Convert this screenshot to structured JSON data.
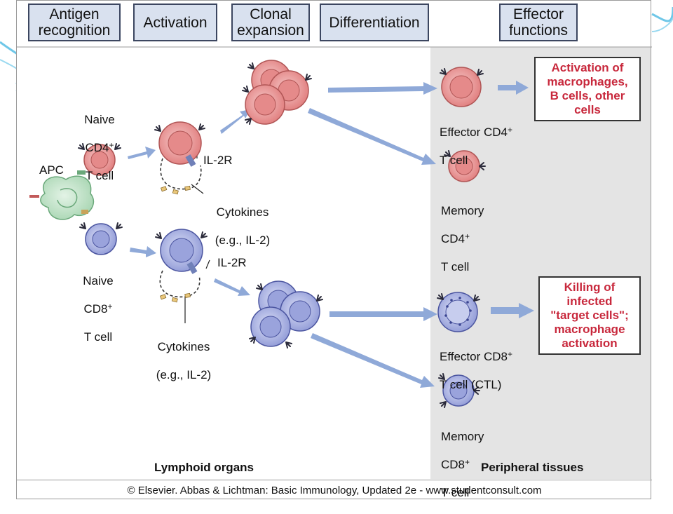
{
  "stages": [
    "Antigen recognition",
    "Activation",
    "Clonal expansion",
    "Differentiation",
    "Effector functions"
  ],
  "cell_labels": {
    "apc": "APC",
    "naive_cd4_line1": "Naive",
    "naive_cd4_line2": "CD4",
    "naive_cd4_line3": "T cell",
    "naive_cd8_line1": "Naive",
    "naive_cd8_line2": "CD8",
    "naive_cd8_line3": "T cell",
    "il2r_top": "IL-2R",
    "il2r_bottom": "IL-2R",
    "cytokines_top_line1": "Cytokines",
    "cytokines_top_line2": "(e.g., IL-2)",
    "cytokines_bottom_line1": "Cytokines",
    "cytokines_bottom_line2": "(e.g., IL-2)",
    "effector_cd4_line1": "Effector CD4",
    "effector_cd4_line2": "T cell",
    "memory_cd4_line1": "Memory",
    "memory_cd4_line2": "CD4",
    "memory_cd4_line3": "T cell",
    "effector_cd8_line1": "Effector CD8",
    "effector_cd8_line2": "T cell (CTL)",
    "memory_cd8_line1": "Memory",
    "memory_cd8_line2": "CD8",
    "memory_cd8_line3": "T cell",
    "plus": "+"
  },
  "effects": {
    "cd4_line1": "Activation of",
    "cd4_line2": "macrophages,",
    "cd4_line3": "B cells, other",
    "cd4_line4": "cells",
    "cd8_line1": "Killing of",
    "cd8_line2": "infected",
    "cd8_line3": "\"target cells\";",
    "cd8_line4": "macrophage",
    "cd8_line5": "activation"
  },
  "regions": {
    "lymphoid": "Lymphoid organs",
    "peripheral": "Peripheral tissues"
  },
  "credit": "© Elsevier. Abbas & Lichtman: Basic Immunology, Updated 2e - www.studentconsult.com",
  "colors": {
    "cd4_cell": "#e58a8a",
    "cd8_cell": "#9aa3dc",
    "apc": "#b9dfc2",
    "arrow": "#8fa9d8",
    "effect_text": "#c8283c",
    "peripheral_bg": "#e4e4e4",
    "stage_fill": "#d9e1ef"
  }
}
